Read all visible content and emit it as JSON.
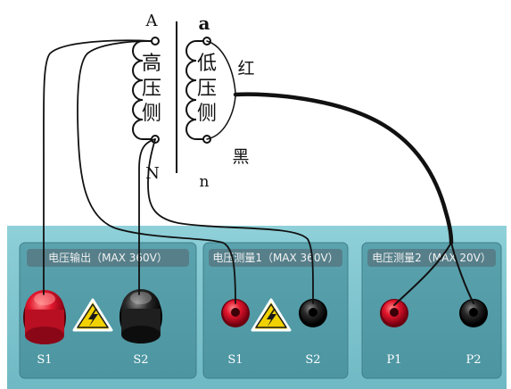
{
  "transformer": {
    "hv_top_terminal": "A",
    "hv_bottom_terminal": "N",
    "lv_top_terminal": "a",
    "lv_bottom_terminal": "n",
    "hv_side_chars": [
      "高",
      "压",
      "侧"
    ],
    "lv_side_chars": [
      "低",
      "压",
      "侧"
    ],
    "red_lead_label": "红",
    "black_lead_label": "黑"
  },
  "panels": [
    {
      "title": "电压输出（MAX 360V）",
      "left_terminal": "S1",
      "right_terminal": "S2"
    },
    {
      "title": "电压测量1（MAX 360V）",
      "left_terminal": "S1",
      "right_terminal": "S2"
    },
    {
      "title": "电压测量2（MAX 20V）",
      "left_terminal": "P1",
      "right_terminal": "P2"
    }
  ],
  "colors": {
    "instrument_body": "#7cc6d0",
    "panel_face": "#5fa8b3",
    "panel_title_bar": "#567f8a",
    "red_terminal": "#d8142a",
    "black_terminal": "#1e1e1e",
    "warning_yellow": "#f1d200"
  }
}
